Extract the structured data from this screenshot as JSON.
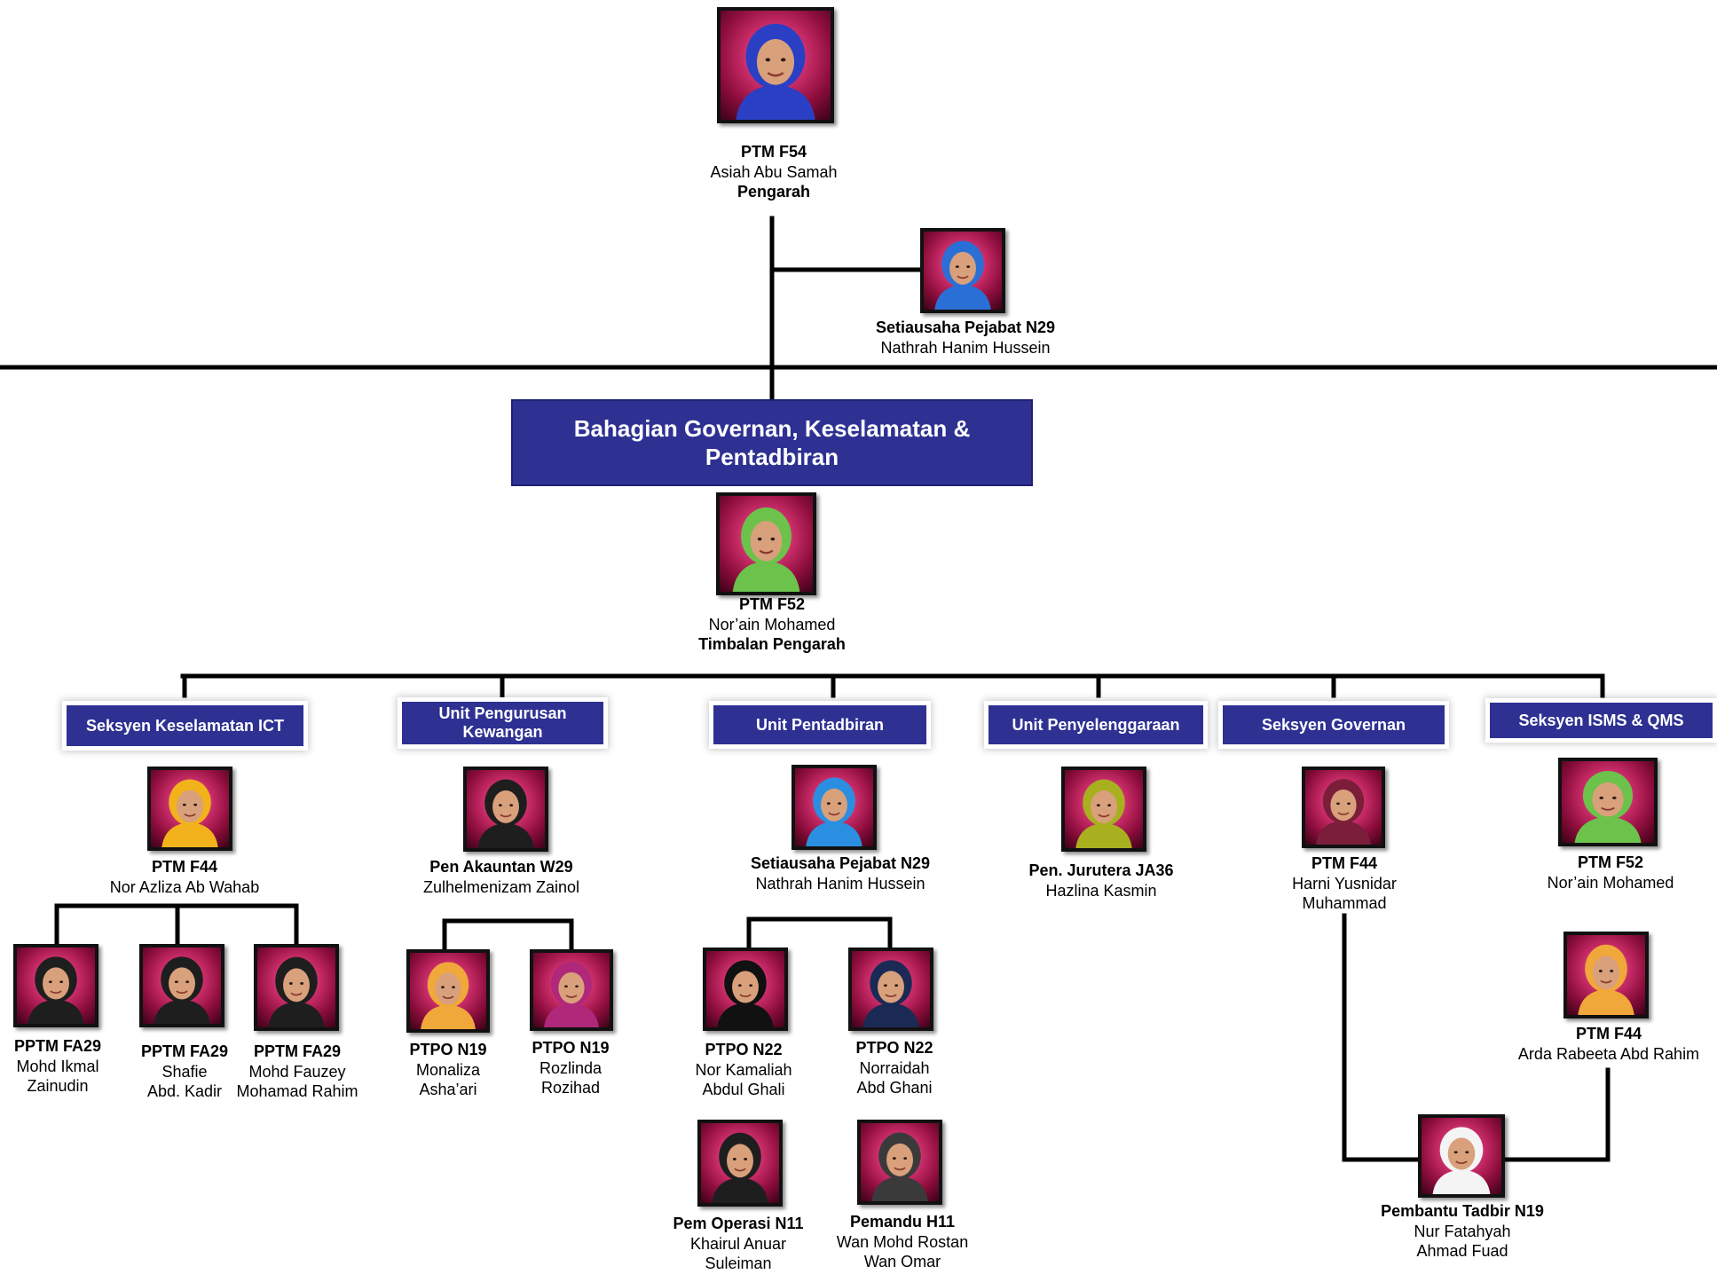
{
  "division": {
    "line1": "Bahagian Governan, Keselamatan  &",
    "line2": "Pentadbiran"
  },
  "director": {
    "grade": "PTM F54",
    "name": "Asiah Abu Samah",
    "title": "Pengarah"
  },
  "secretary": {
    "grade": "Setiausaha Pejabat N29",
    "name": "Nathrah Hanim Hussein"
  },
  "deputy": {
    "grade": "PTM F52",
    "name": "Nor’ain Mohamed",
    "title": "Timbalan Pengarah"
  },
  "units": {
    "ict": {
      "label": "Seksyen Keselamatan  ICT"
    },
    "kewangan": {
      "line1": "Unit Pengurusan",
      "line2": "Kewangan"
    },
    "pentadbiran": {
      "label": "Unit Pentadbiran"
    },
    "penyelenggaraan": {
      "label": "Unit Penyelenggaraan"
    },
    "governan": {
      "label": "Seksyen Governan"
    },
    "isms": {
      "label": "Seksyen ISMS & QMS"
    }
  },
  "staff": {
    "ict_head": {
      "grade": "PTM F44",
      "name": "Nor Azliza Ab Wahab"
    },
    "ikmal": {
      "grade": "PPTM FA29",
      "line1": "Mohd Ikmal",
      "line2": "Zainudin"
    },
    "shafie": {
      "grade": "PPTM FA29",
      "line1": "Shafie",
      "line2": "Abd. Kadir"
    },
    "fauzey": {
      "grade": "PPTM FA29",
      "line1": "Mohd Fauzey",
      "line2": "Mohamad Rahim"
    },
    "kew_head": {
      "grade": "Pen Akauntan W29",
      "name": "Zulhelmenizam Zainol"
    },
    "monaliza": {
      "grade": "PTPO N19",
      "line1": "Monaliza",
      "line2": "Asha’ari"
    },
    "rozlinda": {
      "grade": "PTPO N19",
      "line1": "Rozlinda",
      "line2": "Rozihad"
    },
    "pent_head": {
      "grade": "Setiausaha Pejabat N29",
      "name": "Nathrah Hanim Hussein"
    },
    "kamaliah": {
      "grade": "PTPO N22",
      "line1": "Nor Kamaliah",
      "line2": "Abdul Ghali"
    },
    "norraidah": {
      "grade": "PTPO N22",
      "line1": "Norraidah",
      "line2": "Abd Ghani"
    },
    "khairul": {
      "grade": "Pem Operasi N11",
      "line1": "Khairul Anuar",
      "line2": "Suleiman"
    },
    "rostan": {
      "grade": "Pemandu  H11",
      "line1": "Wan Mohd Rostan",
      "line2": "Wan Omar"
    },
    "hazlina": {
      "grade": "Pen. Jurutera JA36",
      "name": "Hazlina Kasmin"
    },
    "harni": {
      "grade": "PTM F44",
      "line1": "Harni Yusnidar",
      "line2": "Muhammad"
    },
    "isms_head": {
      "grade": "PTM F52",
      "name": "Nor’ain Mohamed"
    },
    "arda": {
      "grade": "PTM F44",
      "name": "Arda Rabeeta Abd Rahim"
    },
    "fatahyah": {
      "grade": "Pembantu Tadbir N19",
      "line1": "Nur Fatahyah",
      "line2": "Ahmad Fuad"
    }
  }
}
